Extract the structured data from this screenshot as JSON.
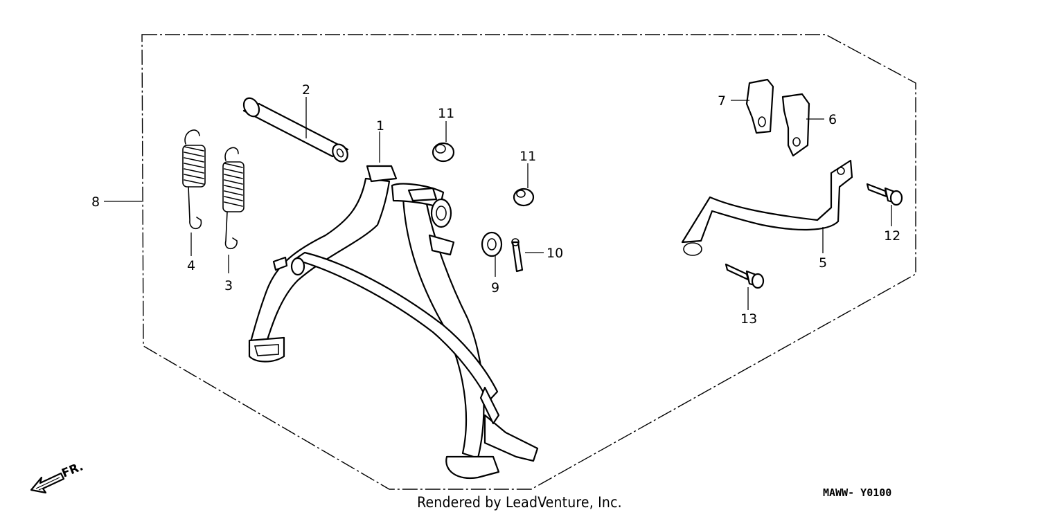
{
  "diagram": {
    "callouts": [
      "1",
      "2",
      "3",
      "4",
      "5",
      "6",
      "7",
      "8",
      "9",
      "10",
      "11",
      "11",
      "12",
      "13"
    ],
    "direction_label": "FR.",
    "drawing_code": "MAWW- Y0100",
    "footer": "Rendered by LeadVenture, Inc."
  }
}
